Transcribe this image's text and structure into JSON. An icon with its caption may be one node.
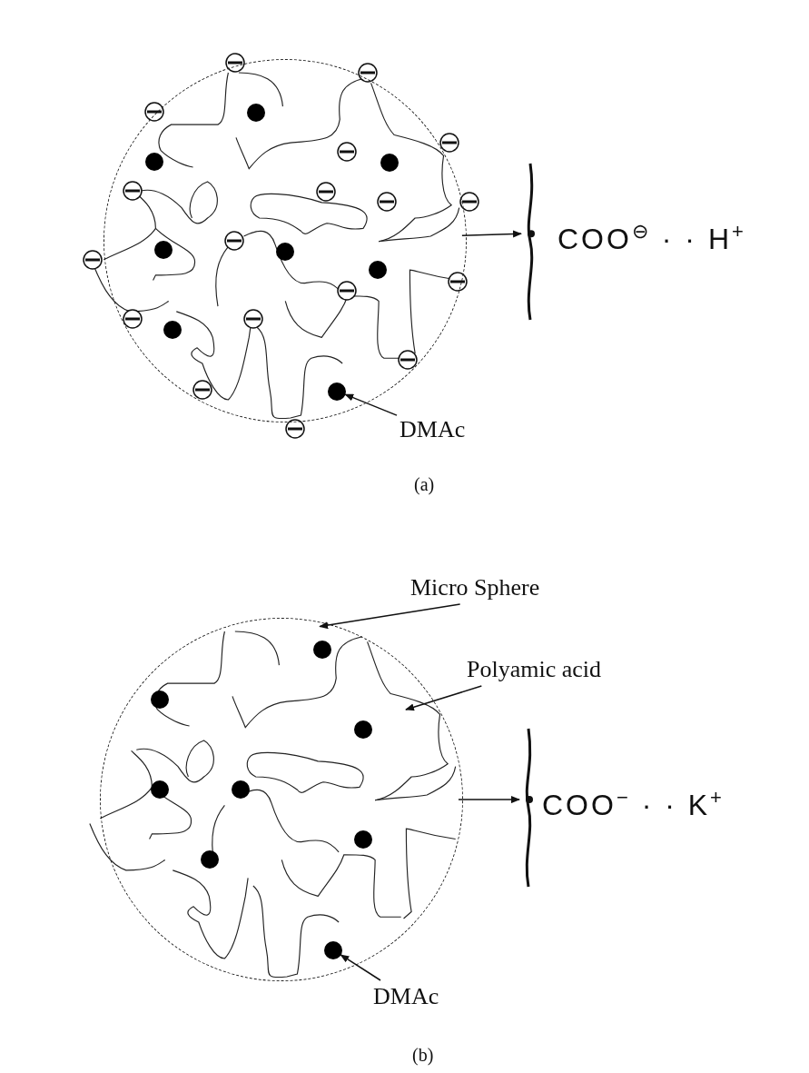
{
  "diagram": {
    "nodes": [
      {
        "text": [],
        "shape": "circle"
      },
      {
        "text": [],
        "shape": "circle",
        "in": 0
      },
      {
        "text": [
          "COO$^{⊖}$ · · H$^{+}$"
        ]
      },
      {
        "text": [
          "DMAc"
        ]
      },
      {
        "text": [],
        "shape": "circle"
      },
      {
        "text": [],
        "shape": "circle",
        "in": 4
      },
      {
        "text": [
          "COO$^{−}$ · · K$^{+}$"
        ]
      },
      {
        "text": [
          "DMAc"
        ]
      },
      {
        "text": [
          "Micro Sphere"
        ]
      },
      {
        "text": [
          "Polyamic acid"
        ]
      }
    ],
    "edges": [
      {
        "from": 0,
        "to": 2,
        "arrow": "to"
      },
      {
        "from": 3,
        "to": 1,
        "arrow": "to"
      },
      {
        "from": 4,
        "to": 6,
        "arrow": "to"
      },
      {
        "from": 7,
        "to": 5,
        "arrow": "to"
      },
      {
        "from": 8,
        "to": 4,
        "arrow": "to"
      },
      {
        "from": 9,
        "to": null,
        "arrow": "to"
      }
    ],
    "labels": [
      "(a)",
      "(b)"
    ]
  }
}
